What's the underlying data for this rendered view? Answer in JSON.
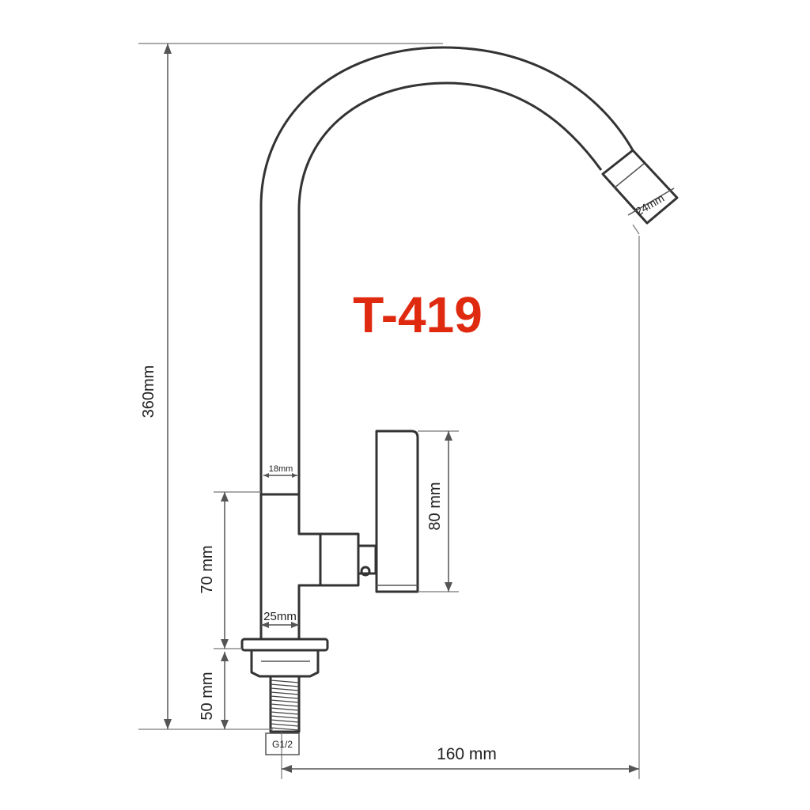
{
  "model": {
    "label": "T-419",
    "color": "#e02a10"
  },
  "dimensions": {
    "total_height": "360mm",
    "spout_reach": "160 mm",
    "valve_body_height": "70 mm",
    "mount_shank_length": "50 mm",
    "handle_height": "80 mm",
    "body_width": "25mm",
    "tube_diameter": "18mm",
    "aerator_diameter": "24mm",
    "thread_size": "G1/2"
  }
}
